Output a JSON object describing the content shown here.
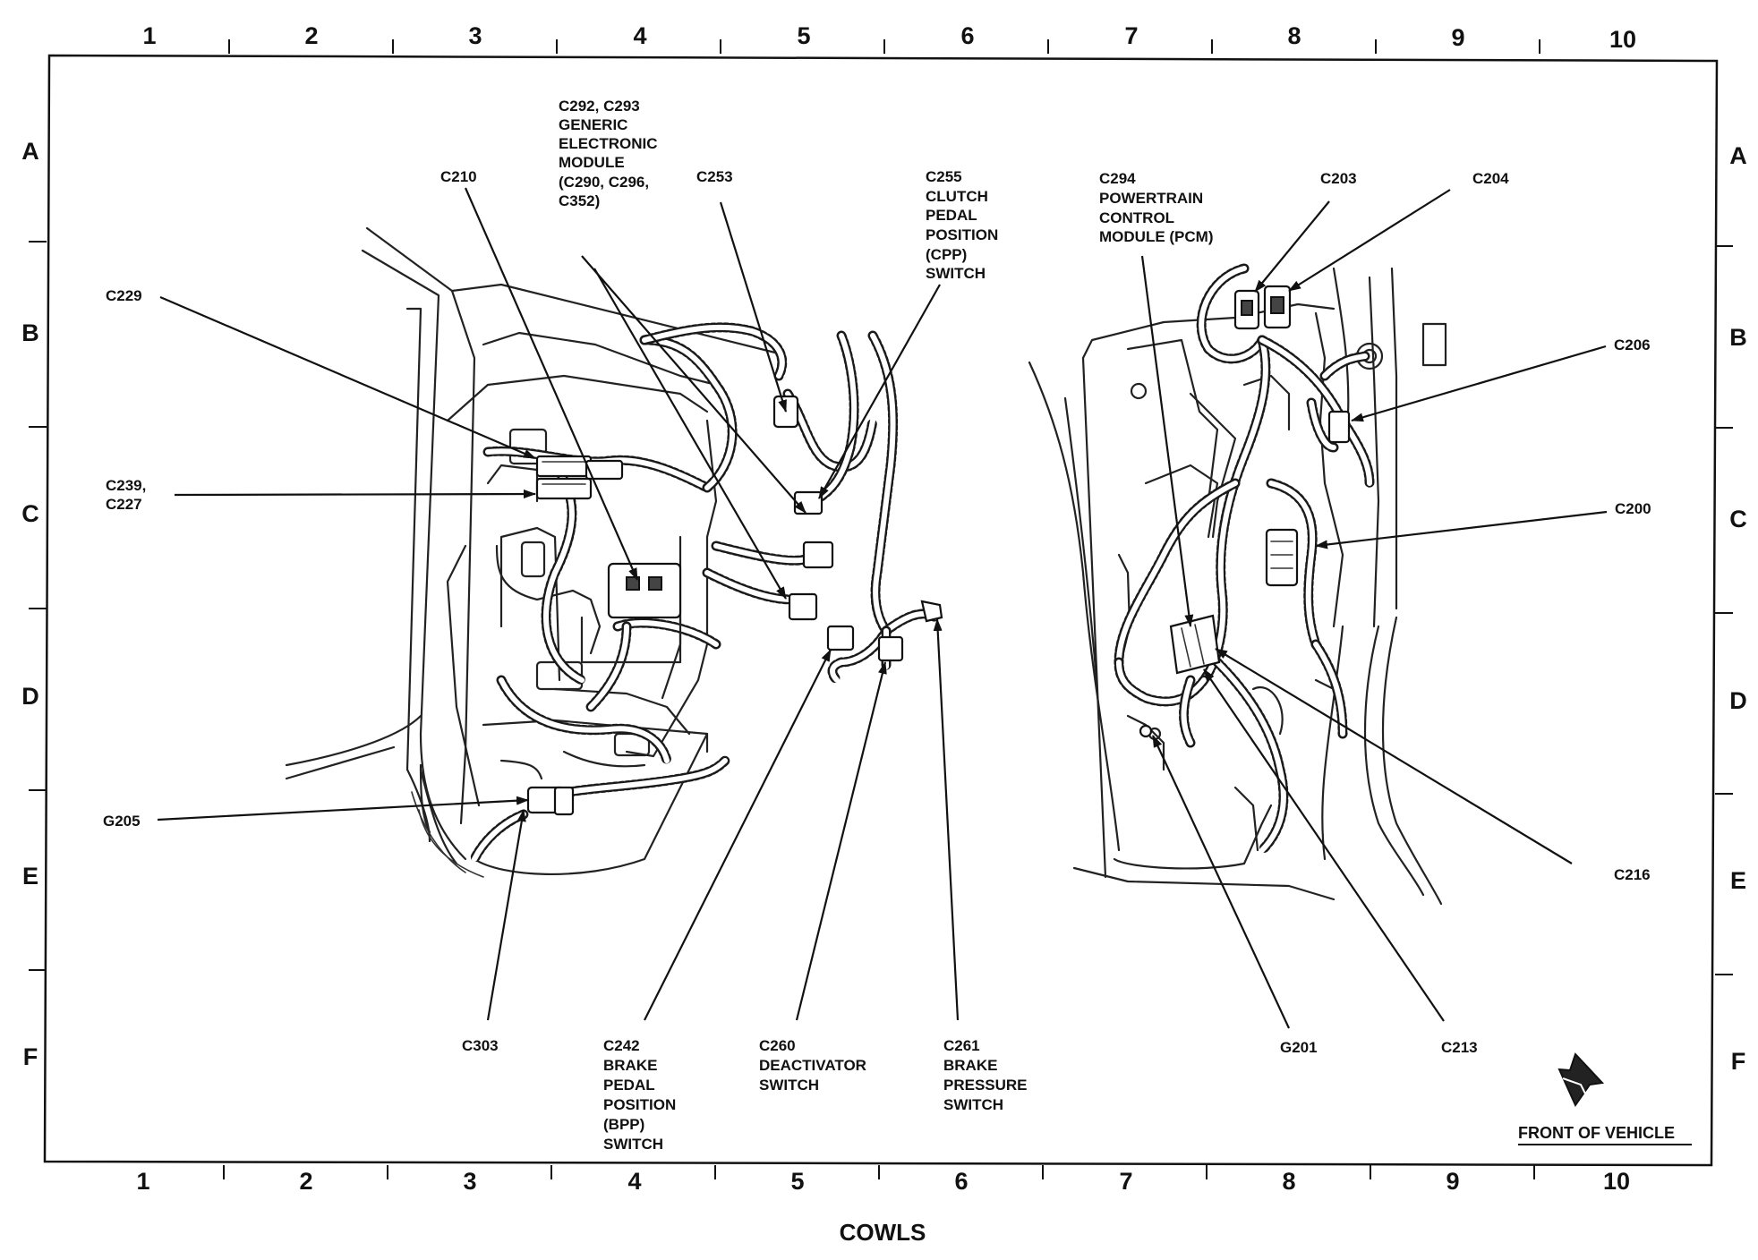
{
  "grid": {
    "columns": [
      "1",
      "2",
      "3",
      "4",
      "5",
      "6",
      "7",
      "8",
      "9",
      "10"
    ],
    "rows": [
      "A",
      "B",
      "C",
      "D",
      "E",
      "F"
    ]
  },
  "caption": "COWLS",
  "front_of_vehicle": {
    "label": "FRONT OF VEHICLE",
    "icon": "front-arrow-icon"
  },
  "callouts": {
    "c229": [
      "C229"
    ],
    "c239_c227": [
      "C239,",
      "C227"
    ],
    "g205": [
      "G205"
    ],
    "c210": [
      "C210"
    ],
    "c292": [
      "C292, C293",
      "GENERIC",
      "ELECTRONIC",
      "MODULE",
      "(C290, C296,",
      "C352)"
    ],
    "c253": [
      "C253"
    ],
    "c255": [
      "C255",
      "CLUTCH",
      "PEDAL",
      "POSITION",
      "(CPP)",
      "SWITCH"
    ],
    "c303": [
      "C303"
    ],
    "c242": [
      "C242",
      "BRAKE",
      "PEDAL",
      "POSITION",
      "(BPP)",
      "SWITCH"
    ],
    "c260": [
      "C260",
      "DEACTIVATOR",
      "SWITCH"
    ],
    "c261": [
      "C261",
      "BRAKE",
      "PRESSURE",
      "SWITCH"
    ],
    "c294": [
      "C294",
      "POWERTRAIN",
      "CONTROL",
      "MODULE (PCM)"
    ],
    "c203": [
      "C203"
    ],
    "c204": [
      "C204"
    ],
    "c206": [
      "C206"
    ],
    "c200": [
      "C200"
    ],
    "c216": [
      "C216"
    ],
    "g201": [
      "G201"
    ],
    "c213": [
      "C213"
    ]
  }
}
